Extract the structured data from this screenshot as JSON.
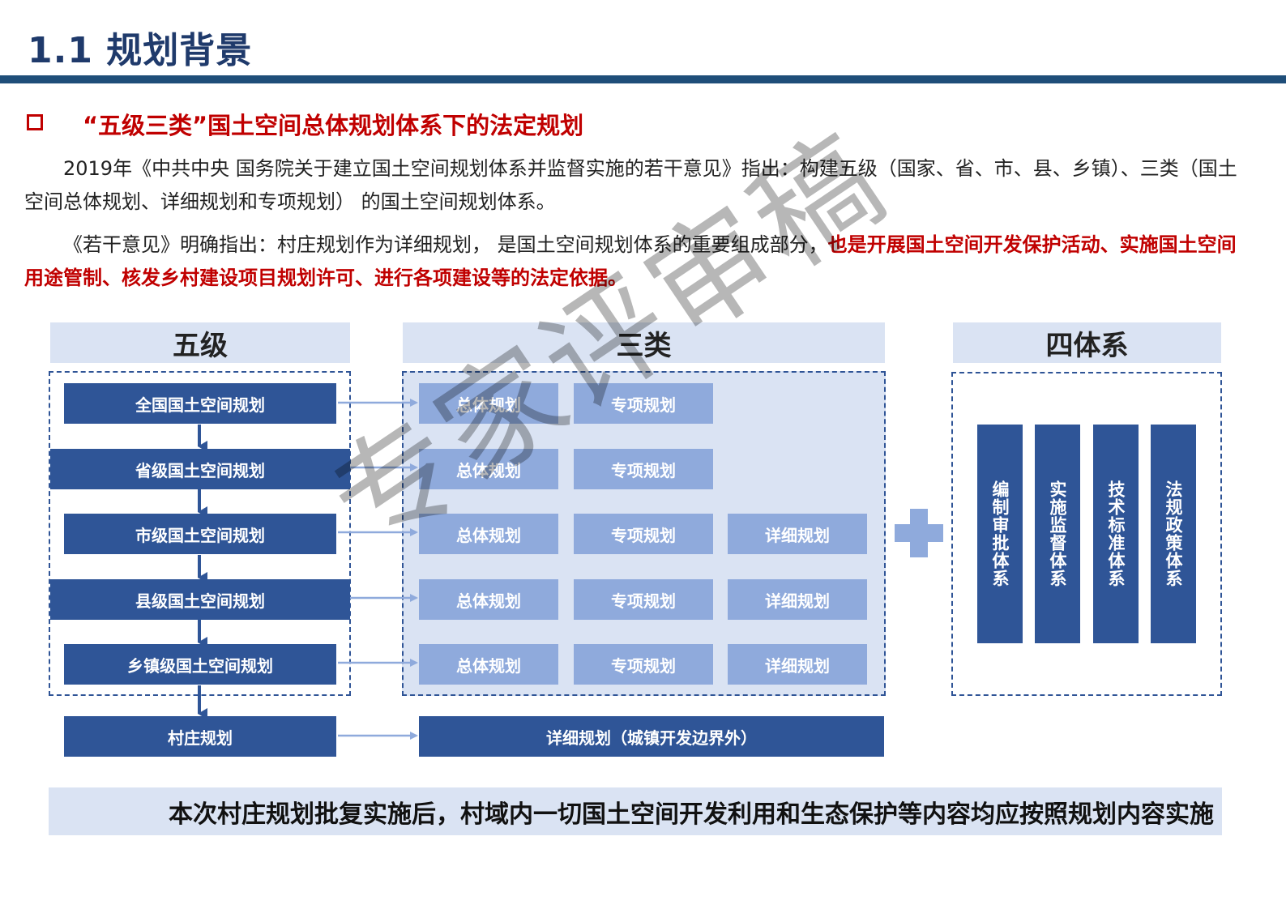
{
  "header": {
    "title": "1.1 规划背景"
  },
  "section": {
    "subtitle": "“五级三类”国土空间总体规划体系下的法定规划"
  },
  "paragraph1": {
    "text": "2019年《中共中央 国务院关于建立国土空间规划体系并监督实施的若干意见》指出：构建五级（国家、省、市、县、乡镇）、三类（国土空间总体规划、详细规划和专项规划） 的国土空间规划体系。"
  },
  "paragraph2": {
    "normal": "《若干意见》明确指出：村庄规划作为详细规划， 是国土空间规划体系的重要组成部分，",
    "highlight": "也是开展国土空间开发保护活动、实施国土空间用途管制、核发乡村建设项目规划许可、进行各项建设等的法定依据。"
  },
  "diagram": {
    "columns": {
      "five_levels": "五级",
      "three_types": "三类",
      "four_systems": "四体系"
    },
    "levels": [
      "全国国土空间规划",
      "省级国土空间规划",
      "市级国土空间规划",
      "县级国土空间规划",
      "乡镇级国土空间规划"
    ],
    "village_plan": "村庄规划",
    "types": {
      "overall": "总体规划",
      "special": "专项规划",
      "detailed": "详细规划"
    },
    "village_detail": "详细规划（城镇开发边界外）",
    "systems": [
      "编制审批体系",
      "实施监督体系",
      "技术标准体系",
      "法规政策体系"
    ],
    "colors": {
      "dark": "#2f5597",
      "light": "#8faadc",
      "panel": "#dae3f3",
      "border": "#2f5496"
    }
  },
  "conclusion": {
    "text": "本次村庄规划批复实施后，村域内一切国土空间开发利用和生态保护等内容均应按照规划内容实施"
  },
  "watermark": {
    "text": "专家评审稿"
  }
}
